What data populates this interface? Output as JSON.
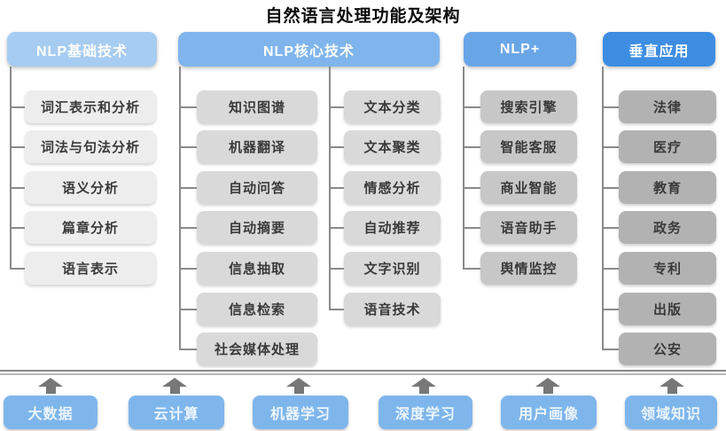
{
  "title": "自然语言处理功能及架构",
  "columns": [
    {
      "header": "NLP基础技术",
      "items": [
        "词汇表示和分析",
        "词法与句法分析",
        "语义分析",
        "篇章分析",
        "语言表示"
      ]
    },
    {
      "header": "NLP核心技术",
      "items_left": [
        "知识图谱",
        "机器翻译",
        "自动问答",
        "自动摘要",
        "信息抽取",
        "信息检索",
        "社会媒体处理"
      ],
      "items_right": [
        "文本分类",
        "文本聚类",
        "情感分析",
        "自动推荐",
        "文字识别",
        "语音技术"
      ]
    },
    {
      "header": "NLP+",
      "items": [
        "搜索引擎",
        "智能客服",
        "商业智能",
        "语音助手",
        "舆情监控"
      ]
    },
    {
      "header": "垂直应用",
      "items": [
        "法律",
        "医疗",
        "教育",
        "政务",
        "专利",
        "出版",
        "公安"
      ]
    }
  ],
  "foundation_row": {
    "items": [
      "大数据",
      "云计算",
      "机器学习",
      "深度学习",
      "用户画像",
      "领域知识"
    ]
  },
  "colors": {
    "header1": "#a7ccf1",
    "header2": "#7fb5ec",
    "header3": "#69a6e8",
    "header4": "#3d8de2",
    "item1": "#ededed",
    "item2": "#d9d9d9",
    "item3": "#c7c7c7",
    "item4": "#b2b2b2",
    "bottom": "#7eb6ec",
    "line": "#8a8a8a",
    "arrow": "#777777"
  }
}
